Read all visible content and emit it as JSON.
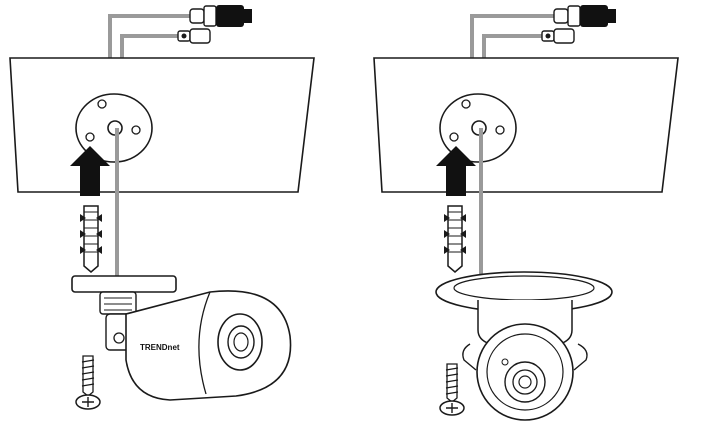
{
  "diagram": {
    "left_panel": {
      "camera_type": "bullet",
      "brand_label": "TRENDnet",
      "icons": [
        "ceiling-plate-icon",
        "screw-hole-icon",
        "cable-connector-icon",
        "arrow-up-icon",
        "wall-anchor-icon",
        "screw-icon",
        "bullet-camera-icon"
      ]
    },
    "right_panel": {
      "camera_type": "dome",
      "icons": [
        "ceiling-plate-icon",
        "screw-hole-icon",
        "cable-connector-icon",
        "arrow-up-icon",
        "wall-anchor-icon",
        "screw-icon",
        "dome-camera-icon"
      ]
    },
    "colors": {
      "line": "#1a1a1a",
      "cable": "#9a9a9a",
      "fill_dark": "#111111",
      "background": "#ffffff"
    }
  }
}
